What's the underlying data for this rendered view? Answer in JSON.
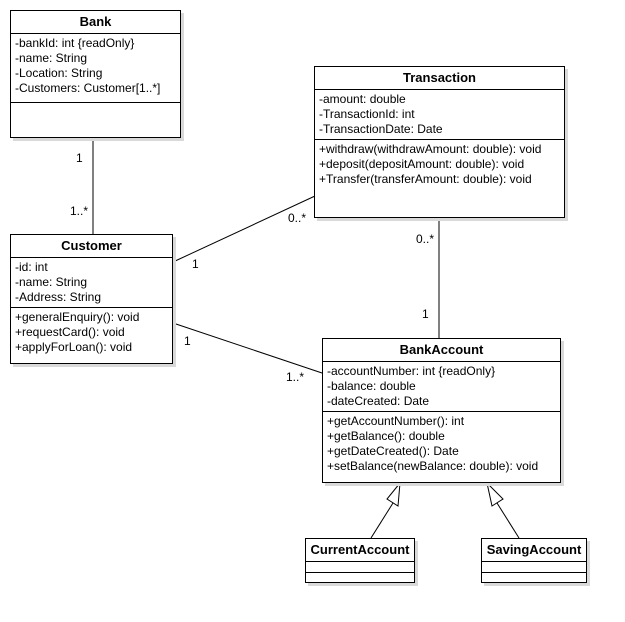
{
  "classes": {
    "bank": {
      "name": "Bank",
      "attributes": [
        "-bankId: int {readOnly}",
        "-name: String",
        "-Location: String",
        "-Customers: Customer[1..*]"
      ],
      "operations": []
    },
    "transaction": {
      "name": "Transaction",
      "attributes": [
        "-amount: double",
        "-TransactionId: int",
        "-TransactionDate: Date"
      ],
      "operations": [
        "+withdraw(withdrawAmount: double): void",
        "+deposit(depositAmount: double): void",
        "+Transfer(transferAmount: double): void"
      ]
    },
    "customer": {
      "name": "Customer",
      "attributes": [
        "-id: int",
        "-name: String",
        "-Address: String"
      ],
      "operations": [
        "+generalEnquiry(): void",
        "+requestCard(): void",
        "+applyForLoan(): void"
      ]
    },
    "bankaccount": {
      "name": "BankAccount",
      "attributes": [
        "-accountNumber: int {readOnly}",
        "-balance: double",
        "-dateCreated: Date"
      ],
      "operations": [
        "+getAccountNumber(): int",
        "+getBalance(): double",
        "+getDateCreated(): Date",
        "+setBalance(newBalance: double): void"
      ]
    },
    "currentaccount": {
      "name": "CurrentAccount",
      "attributes": [],
      "operations": []
    },
    "savingaccount": {
      "name": "SavingAccount",
      "attributes": [],
      "operations": []
    }
  },
  "multiplicities": {
    "bank_customer_bank_end": "1",
    "bank_customer_customer_end": "1..*",
    "customer_transaction_customer_end": "1",
    "customer_transaction_transaction_end": "0..*",
    "transaction_account_transaction_end": "0..*",
    "transaction_account_account_end": "1",
    "customer_account_customer_end": "1",
    "customer_account_account_end": "1..*"
  }
}
